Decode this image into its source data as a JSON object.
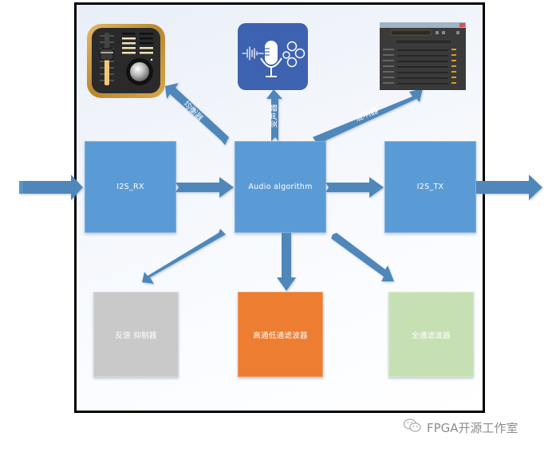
{
  "diagram": {
    "colors": {
      "arrow": "#4f87ba",
      "block_blue": "#5b9bd5",
      "block_gray": "#c9c9c9",
      "block_orange": "#ed7d31",
      "block_green": "#c6e0b4",
      "frame_border": "#000000"
    },
    "blocks": {
      "i2s_rx": "I2S_RX",
      "audio_algorithm": "Audio algorithm",
      "i2s_tx": "I2S_TX",
      "feedback_suppressor": "反馈 抑制器",
      "hpf_lpf": "高通低通滤波器",
      "allpass": "全通滤波器"
    },
    "arrow_labels": {
      "equalizer": "均衡器",
      "voice_changer": "变声器",
      "reverb": "混响器"
    },
    "icons": {
      "equalizer": "equalizer-app-icon",
      "voice_changer": "voice-changer-microphone-icon",
      "reverb": "reverb-settings-panel-screenshot"
    }
  },
  "watermark": {
    "text": "FPGA开源工作室",
    "icon": "wechat-icon"
  }
}
